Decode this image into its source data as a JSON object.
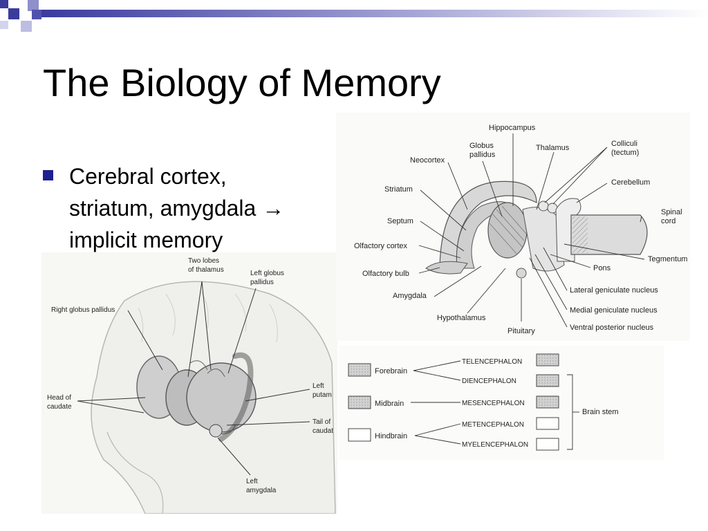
{
  "slide": {
    "title": "The Biology of Memory",
    "bullet": {
      "line1": "Cerebral cortex,",
      "line2a": "striatum, amygdala",
      "arrow": "→",
      "line3": "implicit memory"
    }
  },
  "brain_3d_figure": {
    "labels": {
      "two_lobes": [
        "Two lobes",
        "of thalamus"
      ],
      "left_globus": [
        "Left globus",
        "pallidus"
      ],
      "right_globus": "Right globus pallidus",
      "head_caudate": [
        "Head of",
        "caudate"
      ],
      "left_putamen": [
        "Left",
        "putam"
      ],
      "tail_caudate": [
        "Tail of",
        "caudat"
      ],
      "left_amygdala": [
        "Left",
        "amygdala"
      ]
    }
  },
  "brain_section_figure": {
    "labels": {
      "hippocampus": "Hippocampus",
      "globus": [
        "Globus",
        "pallidus"
      ],
      "thalamus": "Thalamus",
      "colliculi": [
        "Colliculi",
        "(tectum)"
      ],
      "neocortex": "Neocortex",
      "cerebellum": "Cerebellum",
      "striatum": "Striatum",
      "spinal": [
        "Spinal",
        "cord"
      ],
      "septum": "Septum",
      "olfactory_cortex": "Olfactory cortex",
      "tegmentum": "Tegmentum",
      "pons": "Pons",
      "olfactory_bulb": "Olfactory bulb",
      "lateral_gn": "Lateral geniculate nucleus",
      "amygdala": "Amygdala",
      "medial_gn": "Medial geniculate nucleus",
      "hypothalamus": "Hypothalamus",
      "ventral_pn": "Ventral posterior nucleus",
      "pituitary": "Pituitary"
    }
  },
  "divisions_figure": {
    "groups": {
      "forebrain": "Forebrain",
      "midbrain": "Midbrain",
      "hindbrain": "Hindbrain",
      "brain_stem": "Brain stem"
    },
    "divisions": {
      "telencephalon": "TELENCEPHALON",
      "diencephalon": "DIENCEPHALON",
      "mesencephalon": "MESENCEPHALON",
      "metencephalon": "METENCEPHALON",
      "myelencephalon": "MYELENCEPHALON"
    }
  },
  "colors": {
    "accent_navy": "#1f1f8f",
    "deco_blue": "#4a4aa8",
    "deco_light": "#c8c8e8",
    "shading_gray": "#d0d0d0"
  }
}
